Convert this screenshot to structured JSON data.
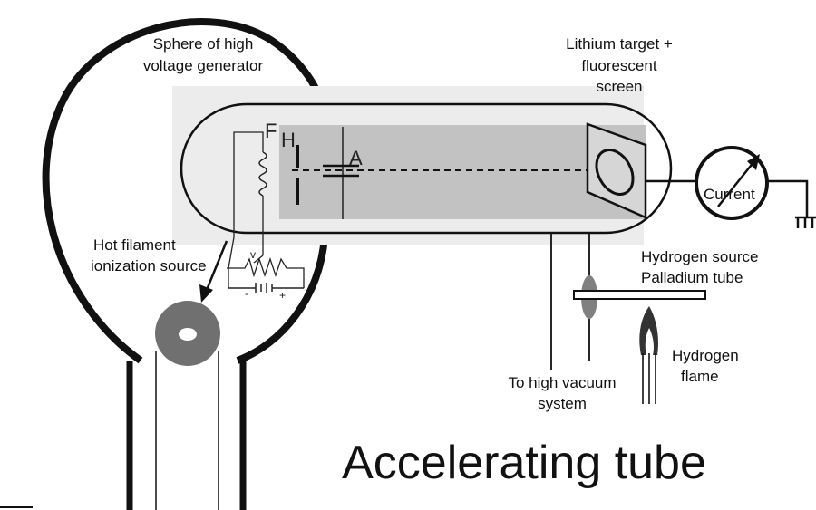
{
  "diagram": {
    "title": "Accelerating tube",
    "labels": {
      "sphere_line1": "Sphere of high",
      "sphere_line2": "voltage  generator",
      "target_line1": "Lithium target +",
      "target_line2": "fluorescent",
      "target_line3": "screen",
      "filament_line1": "Hot filament",
      "filament_line2": "ionization source",
      "hsource_line1": "Hydrogen source",
      "hsource_line2": "Palladium tube",
      "flame_line1": "Hydrogen",
      "flame_line2": "flame",
      "vacuum_line1": "To high vacuum",
      "vacuum_line2": "system",
      "meter": "Current"
    },
    "component_letters": {
      "filament": "F",
      "hydrogen": "H",
      "anode": "A",
      "rheostat": "v",
      "battery_minus": "-",
      "battery_plus": "+"
    },
    "colors": {
      "line": "#111111",
      "photo_gray": "#c2c2c2",
      "ring_gray": "#707070",
      "lens_gray": "#808080"
    }
  }
}
